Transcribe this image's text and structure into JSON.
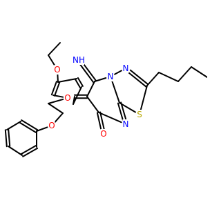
{
  "structure": {
    "colors": {
      "C": "#000000",
      "O": "#ff0000",
      "N": "#0000ff",
      "S": "#b8a800"
    },
    "atom_labels": {
      "imine_nh": "NH",
      "carbonyl_o": "O",
      "ring_n_bridge": "N",
      "ring_n_upper": "N",
      "ring_n_lower": "N",
      "ring_s": "S",
      "ethoxy_o": "O",
      "ether_o_ring": "O",
      "phenoxy_o": "O"
    }
  }
}
